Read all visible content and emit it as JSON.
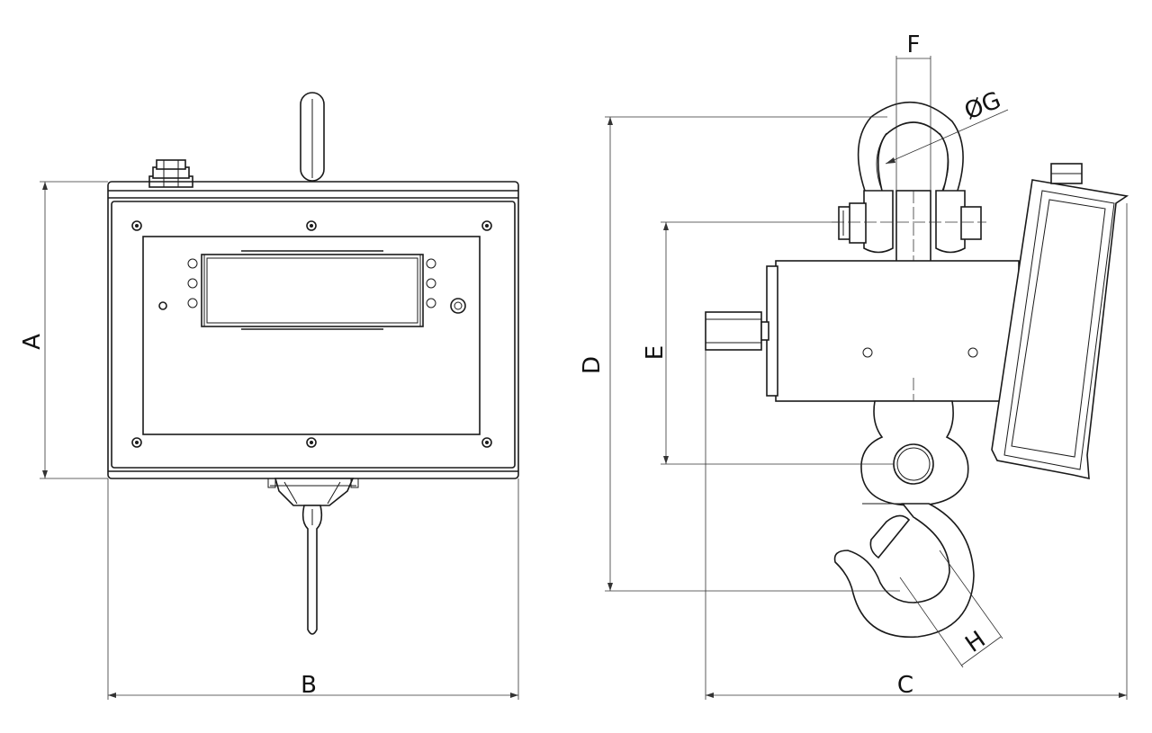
{
  "dimensions": {
    "A": "A",
    "B": "B",
    "C": "C",
    "D": "D",
    "E": "E",
    "F": "F",
    "G": "ØG",
    "H": "H"
  }
}
